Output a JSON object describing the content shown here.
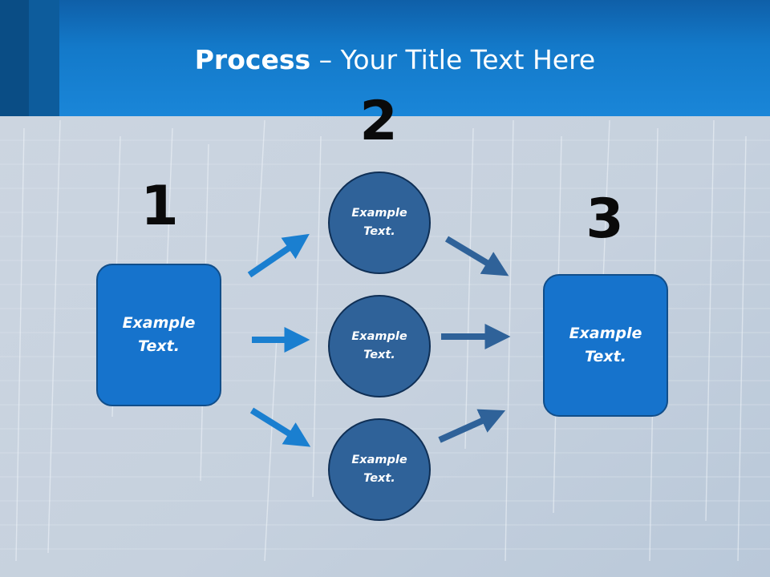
{
  "title": {
    "bold": "Process",
    "rest": " – Your Title Text Here"
  },
  "steps": [
    {
      "number": "1",
      "line1": "Example",
      "line2": "Text."
    },
    {
      "number": "2",
      "circles": [
        {
          "line1": "Example",
          "line2": "Text."
        },
        {
          "line1": "Example",
          "line2": "Text."
        },
        {
          "line1": "Example",
          "line2": "Text."
        }
      ]
    },
    {
      "number": "3",
      "line1": "Example",
      "line2": "Text."
    }
  ],
  "colors": {
    "header": "#1379c9",
    "box_fill": "#1673cc",
    "circle_fill": "#2f6299",
    "arrow_left": "#1a7fd0",
    "arrow_right": "#2f6299"
  }
}
